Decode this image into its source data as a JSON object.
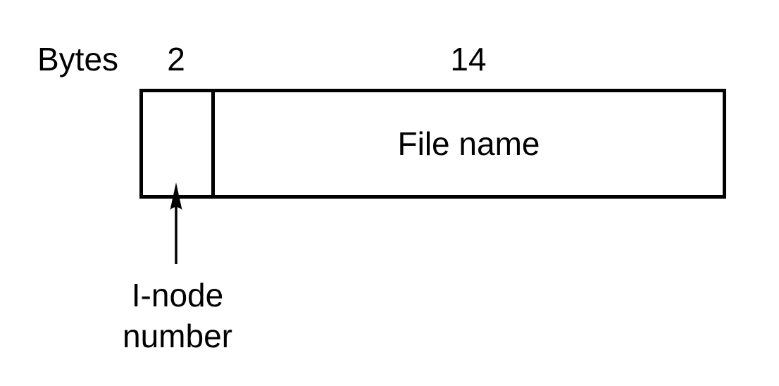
{
  "figure": {
    "unit_label": "Bytes",
    "inode_field": {
      "size": "2",
      "callout_line1": "I-node",
      "callout_line2": "number"
    },
    "filename_field": {
      "size": "14",
      "label": "File name"
    },
    "colors": {
      "ink": "#000000",
      "background": "#ffffff"
    }
  }
}
